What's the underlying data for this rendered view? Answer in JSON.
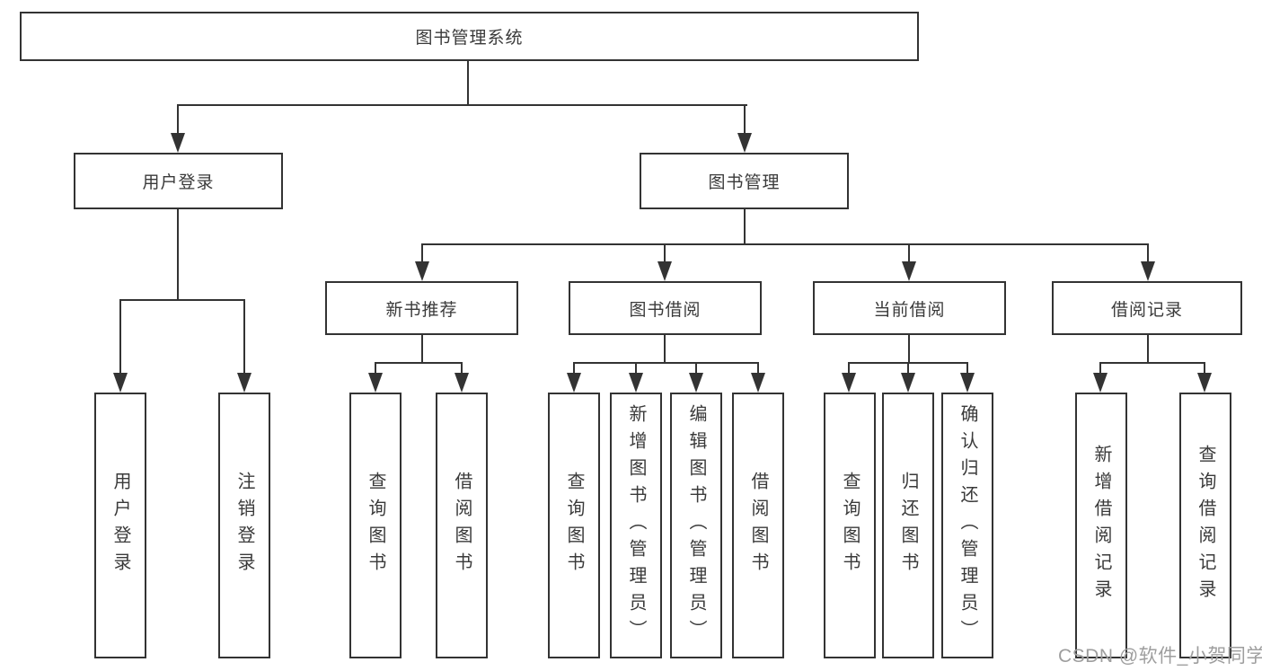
{
  "diagram": {
    "root": "图书管理系统",
    "level2": [
      "用户登录",
      "图书管理"
    ],
    "level3": [
      "新书推荐",
      "图书借阅",
      "当前借阅",
      "借阅记录"
    ],
    "group1": [
      "用户登录",
      "注销登录"
    ],
    "group2": [
      "查询图书",
      "借阅图书"
    ],
    "group3": [
      "查询图书",
      "新增图书（管理员）",
      "编辑图书（管理员）",
      "借阅图书"
    ],
    "group4": [
      "查询图书",
      "归还图书",
      "确认归还（管理员）"
    ],
    "group5": [
      "新增借阅记录",
      "查询借阅记录"
    ]
  },
  "watermark": "CSDN @软件_小贺同学",
  "colors": {
    "line": "#333333",
    "text": "#3a3a3a",
    "watermark": "#9e9e9e",
    "background": "#ffffff"
  }
}
